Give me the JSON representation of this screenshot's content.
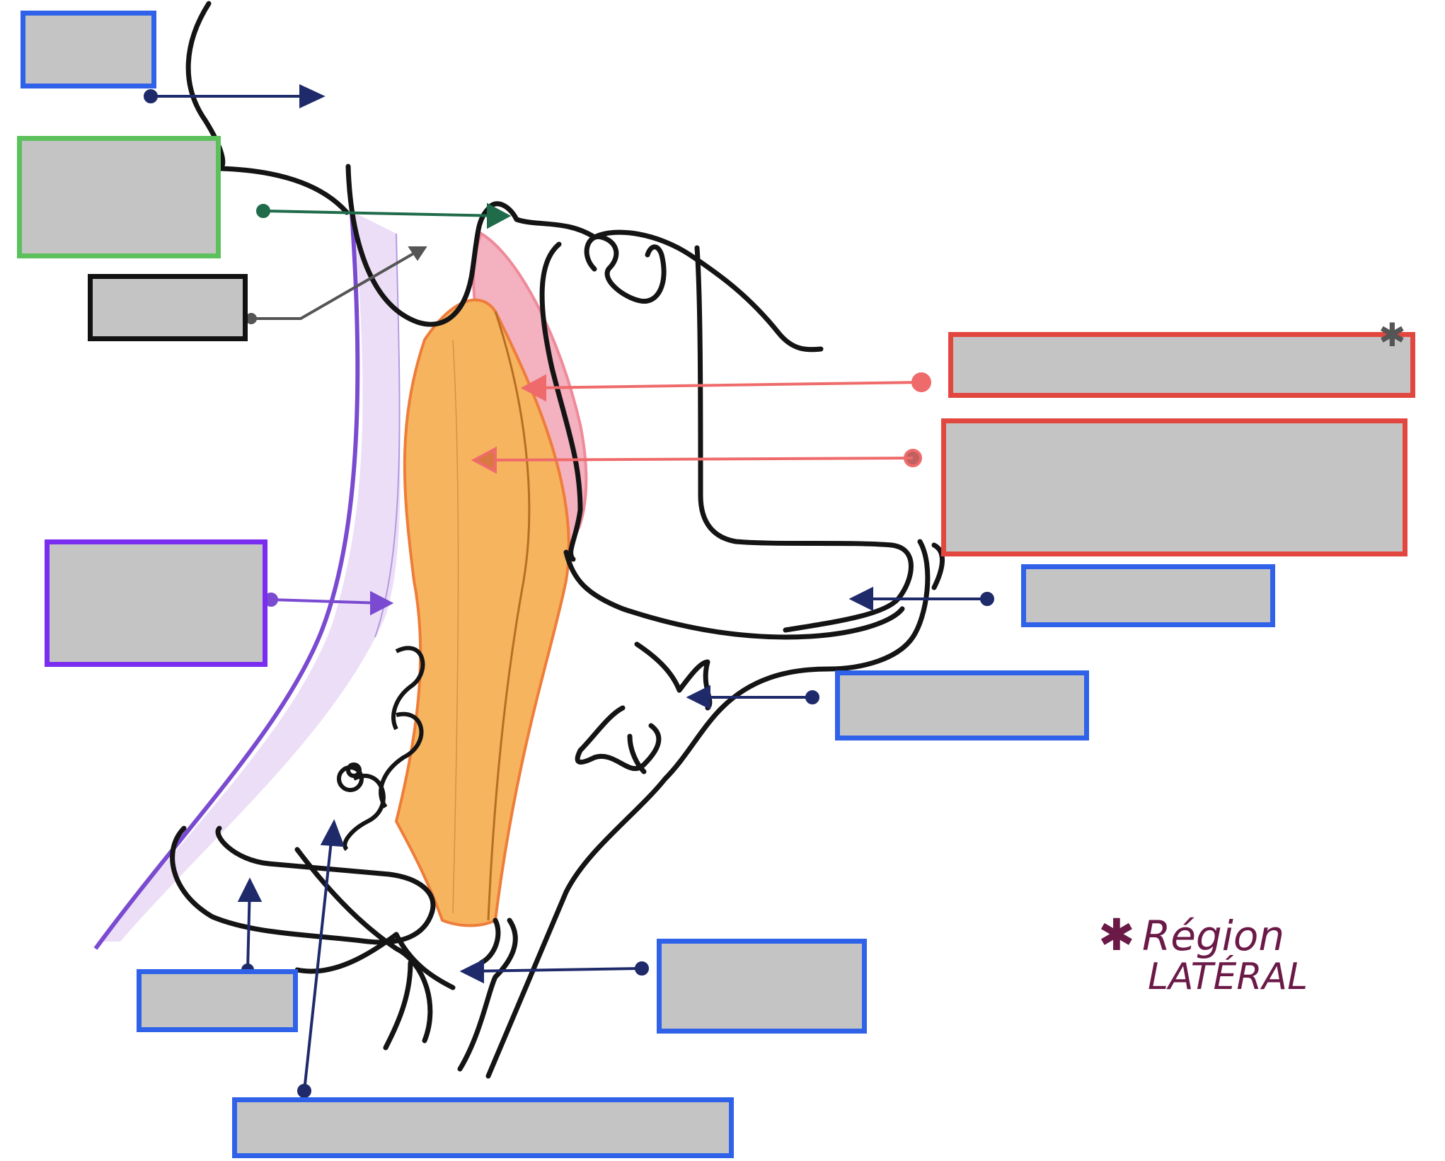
{
  "figure": {
    "background": "#ffffff",
    "colors": {
      "outline": "#141414",
      "blue_box": "#2f62e8",
      "green_box": "#5cc15c",
      "black_box": "#111111",
      "red_box": "#e2473f",
      "purple_box": "#7a2cf0",
      "box_fill": "#c4c4c4",
      "muscle_orange": "#f3a24a",
      "muscle_pink": "#ef8a9a",
      "fascia_purple": "#7a4ad1",
      "arrow_navy": "#1f2a6b",
      "arrow_green": "#1f6b4a",
      "arrow_red": "#ef6b6b",
      "note_color": "#6b1a48"
    }
  },
  "label_boxes": [
    {
      "id": "top-left",
      "color": "blue",
      "text": ""
    },
    {
      "id": "upper-left",
      "color": "green",
      "text": ""
    },
    {
      "id": "left-mid",
      "color": "black",
      "text": ""
    },
    {
      "id": "right-top",
      "color": "red",
      "text": ""
    },
    {
      "id": "right-mid",
      "color": "red",
      "text": ""
    },
    {
      "id": "left-lower",
      "color": "purple",
      "text": ""
    },
    {
      "id": "right-lower",
      "color": "blue",
      "text": ""
    },
    {
      "id": "center-right",
      "color": "blue",
      "text": ""
    },
    {
      "id": "bottom-center",
      "color": "blue",
      "text": ""
    },
    {
      "id": "bottom-left",
      "color": "blue",
      "text": ""
    },
    {
      "id": "bottom-wide",
      "color": "blue",
      "text": ""
    }
  ],
  "note": {
    "symbol": "✱",
    "line1": "Région",
    "line2": "LATÉRAL"
  },
  "stray_mark": "✱"
}
